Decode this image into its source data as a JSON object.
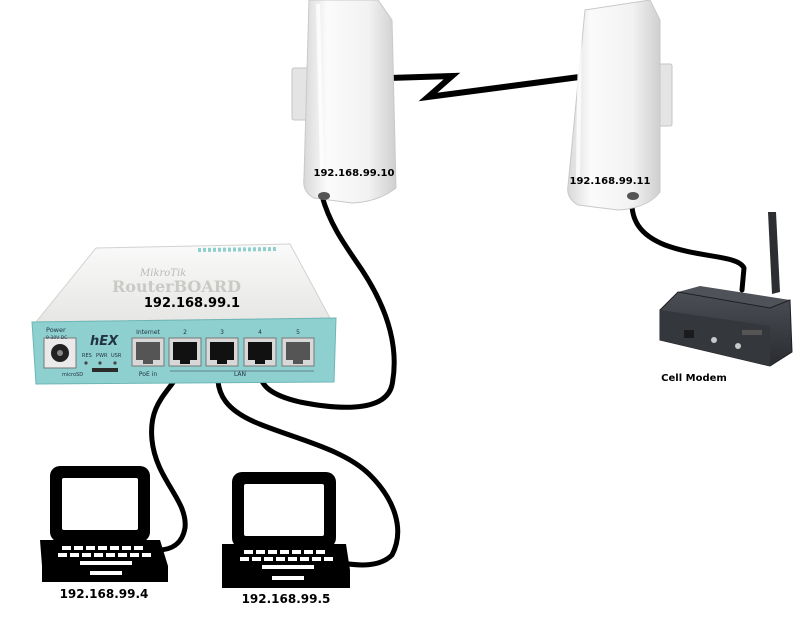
{
  "devices": {
    "ap_left": {
      "ip": "192.168.99.10"
    },
    "ap_right": {
      "ip": "192.168.99.11"
    },
    "router": {
      "ip": "192.168.99.1",
      "model": "hEX",
      "brand_top": "MikroTik",
      "brand_main": "RouterBOARD",
      "power_label": "Power",
      "power_sub": "9-30V DC",
      "res_label": "RES",
      "pwr_label": "PWR",
      "usr_label": "USR",
      "microsd_label": "microSD",
      "ports": [
        "Internet",
        "2",
        "3",
        "4",
        "5"
      ],
      "poe_label": "PoE in",
      "lan_label": "LAN"
    },
    "cell_modem": {
      "label": "Cell Modem"
    },
    "laptop_1": {
      "ip": "192.168.99.4"
    },
    "laptop_2": {
      "ip": "192.168.99.5"
    }
  },
  "colors": {
    "router_panel": "#8ed0cf",
    "router_body": "#f0f0ee",
    "cable": "#000000",
    "ap_body": "#f4f4f4",
    "modem_body": "#3a3d42"
  }
}
